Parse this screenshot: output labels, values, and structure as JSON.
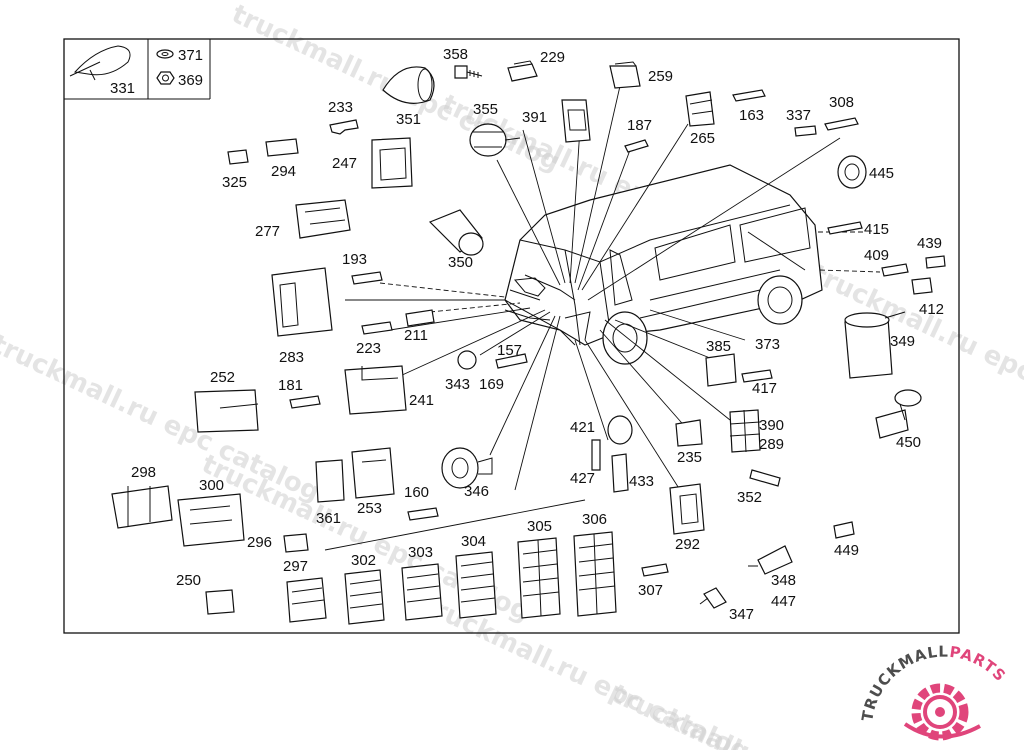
{
  "diagram": {
    "part_labels": [
      "331",
      "371",
      "369",
      "358",
      "229",
      "351",
      "259",
      "233",
      "355",
      "391",
      "187",
      "265",
      "163",
      "337",
      "308",
      "247",
      "325",
      "294",
      "445",
      "277",
      "350",
      "415",
      "193",
      "409",
      "439",
      "412",
      "283",
      "223",
      "211",
      "157",
      "385",
      "373",
      "349",
      "343",
      "169",
      "252",
      "181",
      "241",
      "417",
      "390",
      "289",
      "421",
      "235",
      "450",
      "427",
      "433",
      "298",
      "300",
      "361",
      "253",
      "160",
      "346",
      "352",
      "292",
      "296",
      "304",
      "305",
      "306",
      "297",
      "302",
      "303",
      "449",
      "250",
      "307",
      "348",
      "447",
      "347"
    ]
  },
  "watermark": {
    "text": "truckmall.ru epc catalog",
    "brand": "truckmall.ru"
  },
  "logo": {
    "text_dark": "TRUCKMALL",
    "text_accent": "PARTS",
    "dark_color": "#4d4d4d",
    "accent_color": "#e0457b"
  }
}
